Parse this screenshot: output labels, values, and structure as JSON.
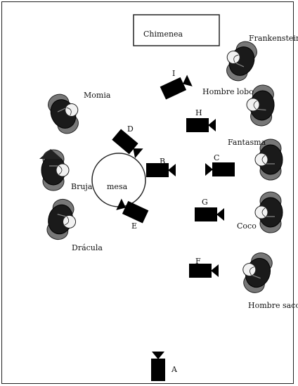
{
  "title": "",
  "room": {
    "fireplace": "Chimenea",
    "table": "mesa"
  },
  "characters": [
    {
      "name": "Frankenstein"
    },
    {
      "name": "Hombre lobo"
    },
    {
      "name": "Fantasma"
    },
    {
      "name": "Coco"
    },
    {
      "name": "Hombre saco"
    },
    {
      "name": "Momia"
    },
    {
      "name": "Bruja"
    },
    {
      "name": "Drácula"
    }
  ],
  "cameras": [
    {
      "label": "A"
    },
    {
      "label": "B"
    },
    {
      "label": "C"
    },
    {
      "label": "D"
    },
    {
      "label": "E"
    },
    {
      "label": "F"
    },
    {
      "label": "G"
    },
    {
      "label": "H"
    },
    {
      "label": "I"
    }
  ],
  "colors": {
    "camera": "#000000",
    "person_body": "#7a7a7a",
    "person_head": "#111111",
    "outline": "#222222",
    "background": "#ffffff"
  },
  "icons": {
    "camera": "camera-icon",
    "person": "person-top-view-icon"
  }
}
